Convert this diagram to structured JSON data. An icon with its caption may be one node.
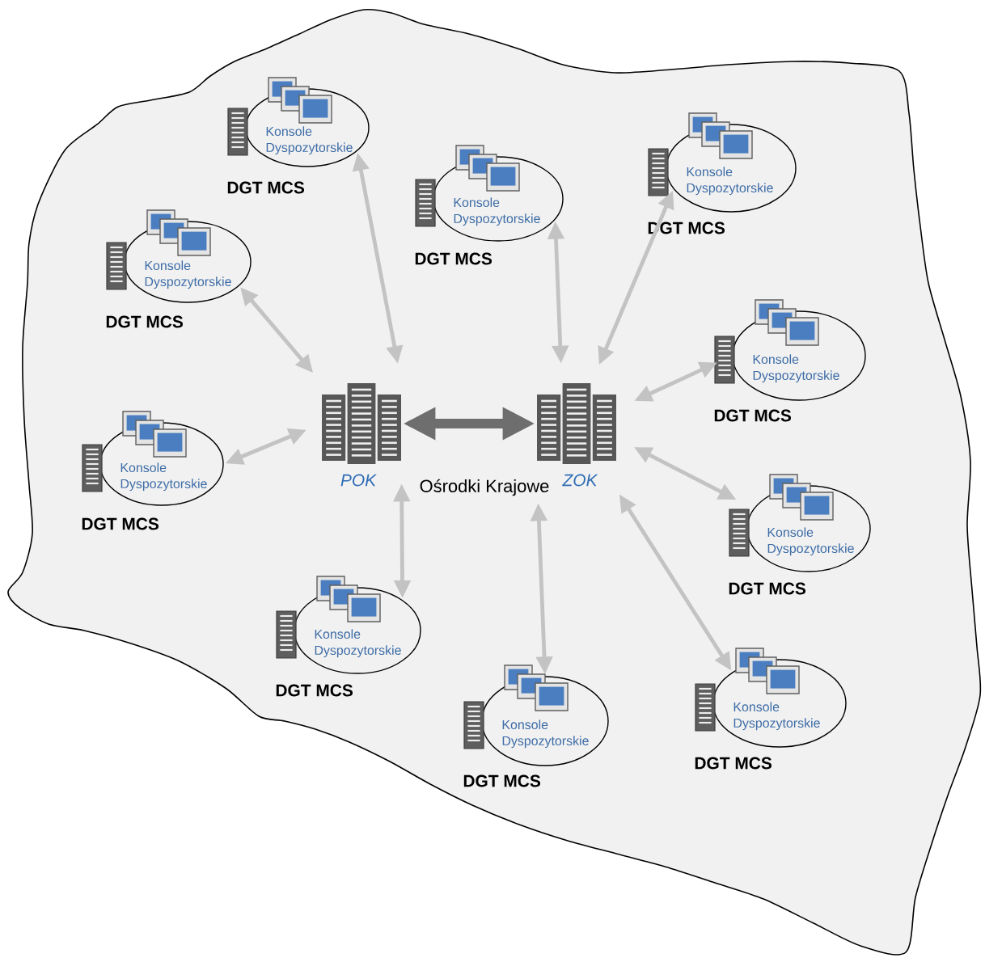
{
  "diagram": {
    "nodes": [
      {
        "text": [
          "Konsole Dyspozytorskie"
        ],
        "beside": [
          "DGT MCS"
        ]
      },
      {
        "text": [
          "Konsole Dyspozytorskie"
        ],
        "beside": [
          "DGT MCS"
        ]
      },
      {
        "text": [
          "Konsole Dyspozytorskie"
        ],
        "beside": [
          "DGT MCS"
        ]
      },
      {
        "text": [
          "Konsole Dyspozytorskie"
        ],
        "beside": [
          "DGT MCS"
        ]
      },
      {
        "text": [
          "Konsole Dyspozytorskie"
        ],
        "beside": [
          "DGT MCS"
        ]
      },
      {
        "text": [
          "POK"
        ]
      },
      {
        "text": [
          "ZOK"
        ]
      },
      {
        "text": [
          "Konsole Dyspozytorskie"
        ],
        "beside": [
          "DGT MCS"
        ]
      },
      {
        "text": [
          "Konsole Dyspozytorskie"
        ],
        "beside": [
          "DGT MCS"
        ]
      },
      {
        "text": [
          "Konsole Dyspozytorskie"
        ],
        "beside": [
          "DGT MCS"
        ]
      },
      {
        "text": [
          "Konsole Dyspozytorskie"
        ],
        "beside": [
          "DGT MCS"
        ]
      },
      {
        "text": [
          "Konsole Dyspozytorskie"
        ],
        "beside": [
          "DGT MCS"
        ]
      }
    ],
    "edges": [
      {
        "from": 5,
        "to": 6,
        "arrow": "both",
        "style": "thick",
        "color": "#6e6e6e"
      },
      {
        "from": 5,
        "to": 0,
        "arrow": "both"
      },
      {
        "from": 5,
        "to": 3,
        "arrow": "both"
      },
      {
        "from": 5,
        "to": 7,
        "arrow": "both"
      },
      {
        "from": 5,
        "to": 9,
        "arrow": "both"
      },
      {
        "from": 6,
        "to": 1,
        "arrow": "both"
      },
      {
        "from": 6,
        "to": 2,
        "arrow": "both"
      },
      {
        "from": 6,
        "to": 4,
        "arrow": "both"
      },
      {
        "from": 6,
        "to": 8,
        "arrow": "both"
      },
      {
        "from": 6,
        "to": 10,
        "arrow": "both"
      },
      {
        "from": 6,
        "to": 11,
        "arrow": "both"
      }
    ],
    "labels": [
      "Ośrodki Krajowe"
    ]
  }
}
